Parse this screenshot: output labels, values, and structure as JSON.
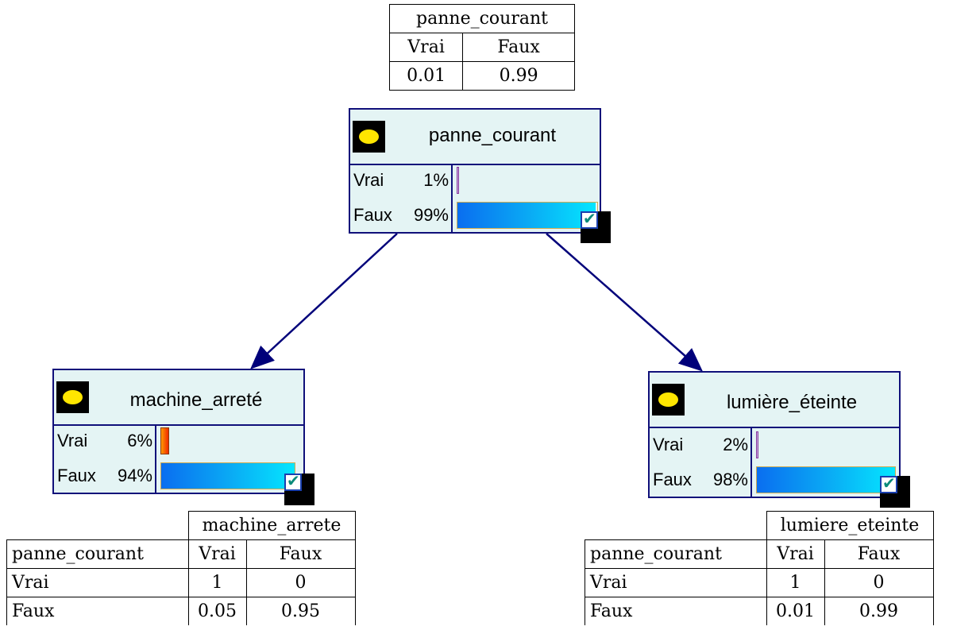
{
  "root_cpt": {
    "header": "panne_courant",
    "states": [
      "Vrai",
      "Faux"
    ],
    "values": [
      "0.01",
      "0.99"
    ]
  },
  "nodes": {
    "panne": {
      "title": "panne_courant",
      "icon": "ellipse-icon",
      "states": [
        {
          "label": "Vrai",
          "percent": "1%",
          "prob": 0.01
        },
        {
          "label": "Faux",
          "percent": "99%",
          "prob": 0.99
        }
      ]
    },
    "machine": {
      "title": "machine_arreté",
      "icon": "ellipse-icon",
      "states": [
        {
          "label": "Vrai",
          "percent": "6%",
          "prob": 0.06
        },
        {
          "label": "Faux",
          "percent": "94%",
          "prob": 0.94
        }
      ]
    },
    "lumiere": {
      "title": "lumière_éteinte",
      "icon": "ellipse-icon",
      "states": [
        {
          "label": "Vrai",
          "percent": "2%",
          "prob": 0.02
        },
        {
          "label": "Faux",
          "percent": "98%",
          "prob": 0.98
        }
      ]
    }
  },
  "machine_cpt": {
    "child": "machine_arrete",
    "parent": "panne_courant",
    "states": [
      "Vrai",
      "Faux"
    ],
    "rows": [
      {
        "label": "Vrai",
        "values": [
          "1",
          "0"
        ]
      },
      {
        "label": "Faux",
        "values": [
          "0.05",
          "0.95"
        ]
      }
    ]
  },
  "lumiere_cpt": {
    "child": "lumiere_eteinte",
    "parent": "panne_courant",
    "states": [
      "Vrai",
      "Faux"
    ],
    "rows": [
      {
        "label": "Vrai",
        "values": [
          "1",
          "0"
        ]
      },
      {
        "label": "Faux",
        "values": [
          "0.01",
          "0.99"
        ]
      }
    ]
  },
  "colors": {
    "node_border": "#10107a",
    "node_bg": "#e4f4f4",
    "edge": "#00007a",
    "icon_fill": "#ffe600",
    "bar_gradient": [
      "#0a6ef0",
      "#05e6ff"
    ]
  }
}
